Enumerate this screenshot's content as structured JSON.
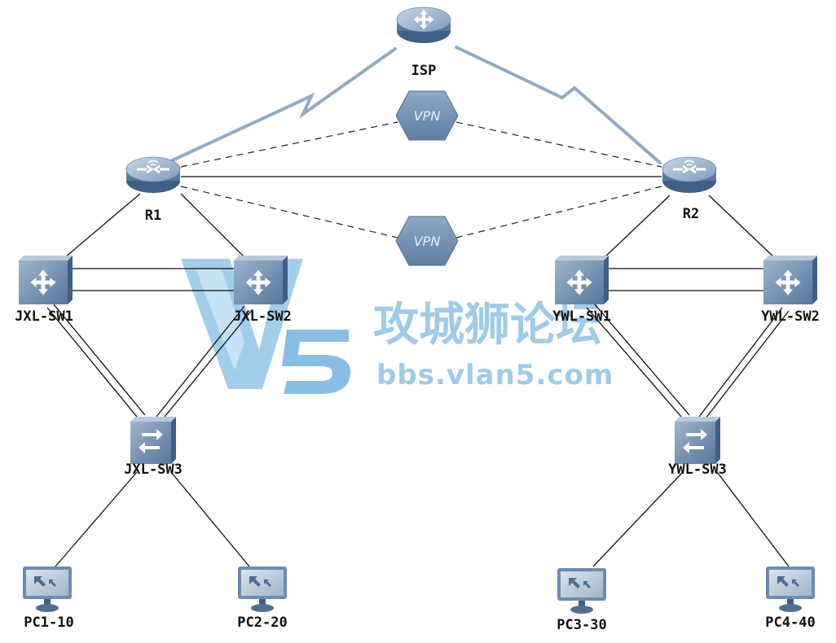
{
  "watermark": {
    "logo_text": "V5",
    "title": "攻城狮论坛",
    "url": "bbs.vlan5.com"
  },
  "devices": {
    "isp": {
      "label": "ISP",
      "kind": "router"
    },
    "r1": {
      "label": "R1",
      "kind": "router"
    },
    "r2": {
      "label": "R2",
      "kind": "router"
    },
    "vpn_top": {
      "label": "VPN",
      "kind": "vpn"
    },
    "vpn_bottom": {
      "label": "VPN",
      "kind": "vpn"
    },
    "jxl_sw1": {
      "label": "JXL-SW1",
      "kind": "core-switch"
    },
    "jxl_sw2": {
      "label": "JXL-SW2",
      "kind": "core-switch"
    },
    "jxl_sw3": {
      "label": "JXL-SW3",
      "kind": "access-switch"
    },
    "ywl_sw1": {
      "label": "YWL-SW1",
      "kind": "core-switch"
    },
    "ywl_sw2": {
      "label": "YWL-SW2",
      "kind": "core-switch"
    },
    "ywl_sw3": {
      "label": "YWL-SW3",
      "kind": "access-switch"
    },
    "pc1": {
      "label": "PC1-10",
      "kind": "pc"
    },
    "pc2": {
      "label": "PC2-20",
      "kind": "pc"
    },
    "pc3": {
      "label": "PC3-30",
      "kind": "pc"
    },
    "pc4": {
      "label": "PC4-40",
      "kind": "pc"
    }
  },
  "links": [
    {
      "from": "R1",
      "to": "ISP",
      "type": "serial"
    },
    {
      "from": "R2",
      "to": "ISP",
      "type": "serial"
    },
    {
      "from": "R1",
      "to": "R2",
      "type": "ethernet"
    },
    {
      "from": "R1",
      "to": "VPN",
      "type": "vpn-tunnel"
    },
    {
      "from": "VPN",
      "to": "R2",
      "type": "vpn-tunnel"
    },
    {
      "from": "R1",
      "to": "JXL-SW1",
      "type": "ethernet"
    },
    {
      "from": "R1",
      "to": "JXL-SW2",
      "type": "ethernet"
    },
    {
      "from": "JXL-SW1",
      "to": "JXL-SW2",
      "type": "ethernet-double"
    },
    {
      "from": "JXL-SW1",
      "to": "JXL-SW3",
      "type": "ethernet-double"
    },
    {
      "from": "JXL-SW2",
      "to": "JXL-SW3",
      "type": "ethernet-double"
    },
    {
      "from": "JXL-SW3",
      "to": "PC1-10",
      "type": "ethernet"
    },
    {
      "from": "JXL-SW3",
      "to": "PC2-20",
      "type": "ethernet"
    },
    {
      "from": "R2",
      "to": "YWL-SW1",
      "type": "ethernet"
    },
    {
      "from": "R2",
      "to": "YWL-SW2",
      "type": "ethernet"
    },
    {
      "from": "YWL-SW1",
      "to": "YWL-SW2",
      "type": "ethernet-double"
    },
    {
      "from": "YWL-SW1",
      "to": "YWL-SW3",
      "type": "ethernet-double"
    },
    {
      "from": "YWL-SW2",
      "to": "YWL-SW3",
      "type": "ethernet-double"
    },
    {
      "from": "YWL-SW3",
      "to": "PC3-30",
      "type": "ethernet"
    },
    {
      "from": "YWL-SW3",
      "to": "PC4-40",
      "type": "ethernet"
    }
  ],
  "colors": {
    "device_top": "#9fb6cf",
    "device_side": "#4f6e92",
    "device_front": "#6f8cae",
    "serial_link": "#7f9bb8",
    "watermark": "#7fb9e0"
  }
}
